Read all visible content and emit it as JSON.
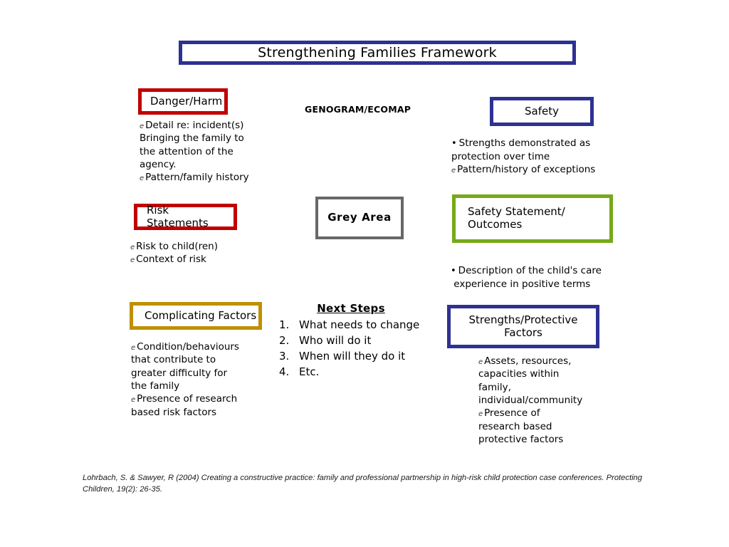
{
  "slide": {
    "title": "Strengthening Families Framework",
    "colors": {
      "navy": "#2E3192",
      "red": "#C00000",
      "gold": "#BF9000",
      "green": "#76A919",
      "grey": "#686868"
    }
  },
  "bullets": {
    "wingding": "e",
    "dot": "•"
  },
  "danger": {
    "heading": "Danger/Harm",
    "lines": [
      {
        "bullet": "e",
        "text": "Detail re: incident(s)"
      },
      {
        "bullet": "",
        "text": "Bringing the family to"
      },
      {
        "bullet": "",
        "text": "the attention of the"
      },
      {
        "bullet": "",
        "text": "agency."
      },
      {
        "bullet": "e",
        "text": "Pattern/family history"
      }
    ]
  },
  "risk": {
    "heading": "Risk Statements",
    "lines": [
      {
        "bullet": "e",
        "text": "Risk to child(ren)"
      },
      {
        "bullet": "e",
        "text": "Context of risk"
      }
    ]
  },
  "complicating": {
    "heading": "Complicating Factors",
    "lines": [
      {
        "bullet": "e",
        "text": "Condition/behaviours"
      },
      {
        "bullet": "",
        "text": "that contribute to"
      },
      {
        "bullet": "",
        "text": "greater difficulty for"
      },
      {
        "bullet": "",
        "text": "the family"
      },
      {
        "bullet": "e",
        "text": "Presence of research"
      },
      {
        "bullet": "",
        "text": "based risk factors"
      }
    ]
  },
  "genogram": {
    "label": "GENOGRAM/ECOMAP"
  },
  "grey_area": {
    "label": "Grey Area"
  },
  "next_steps": {
    "title": "Next Steps",
    "items": [
      {
        "num": "1.",
        "text": "What needs to change"
      },
      {
        "num": "2.",
        "text": "Who will do it"
      },
      {
        "num": "3.",
        "text": "When will they do it"
      },
      {
        "num": "4.",
        "text": "Etc."
      }
    ]
  },
  "safety": {
    "heading": "Safety",
    "lines": [
      {
        "bullet": "•",
        "text": "Strengths demonstrated as"
      },
      {
        "bullet": "",
        "text": "protection over time"
      },
      {
        "bullet": "e",
        "text": "Pattern/history of exceptions"
      }
    ]
  },
  "safety_statement": {
    "heading": "Safety Statement/\nOutcomes",
    "lines": [
      {
        "bullet": "•",
        "text": "Description of the child's care"
      },
      {
        "bullet": "",
        "text": " experience in positive terms"
      }
    ]
  },
  "strengths": {
    "heading": "Strengths/Protective\nFactors",
    "lines": [
      {
        "bullet": "e",
        "text": "Assets, resources,"
      },
      {
        "bullet": "",
        "text": "capacities within"
      },
      {
        "bullet": "",
        "text": "family,"
      },
      {
        "bullet": "",
        "text": "individual/community"
      },
      {
        "bullet": "e",
        "text": "Presence of"
      },
      {
        "bullet": "",
        "text": "research based"
      },
      {
        "bullet": "",
        "text": "protective factors"
      }
    ]
  },
  "citation": {
    "text": "Lohrbach, S. & Sawyer, R (2004) Creating a constructive practice:  family and professional partnership in high-risk child protection case conferences. Protecting Children, 19(2): 26-35."
  }
}
